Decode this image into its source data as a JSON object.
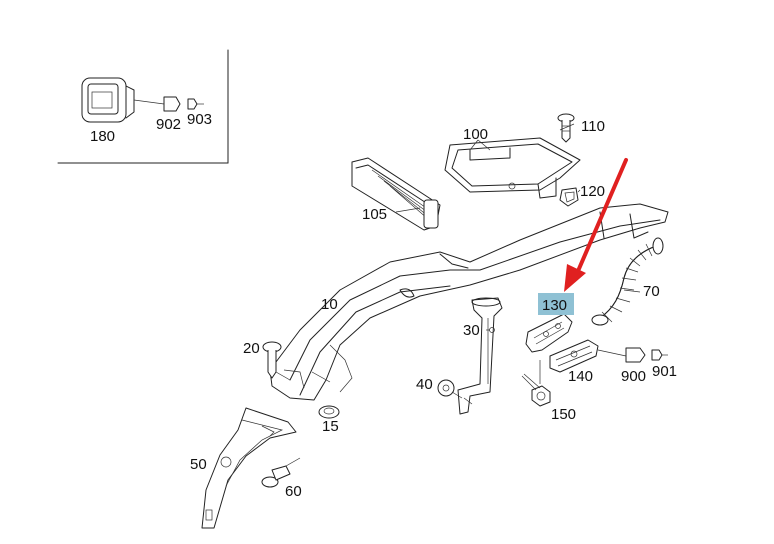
{
  "colors": {
    "line": "#222222",
    "highlight": "#8fc1d4",
    "arrow": "#e02020",
    "background": "#ffffff"
  },
  "highlighted_part": "130",
  "labels": {
    "p180": "180",
    "p902": "902",
    "p903": "903",
    "p100": "100",
    "p110": "110",
    "p120": "120",
    "p105": "105",
    "p10": "10",
    "p70": "70",
    "p130": "130",
    "p30": "30",
    "p20": "20",
    "p40": "40",
    "p140": "140",
    "p900": "900",
    "p901": "901",
    "p150": "150",
    "p15": "15",
    "p50": "50",
    "p60": "60"
  }
}
